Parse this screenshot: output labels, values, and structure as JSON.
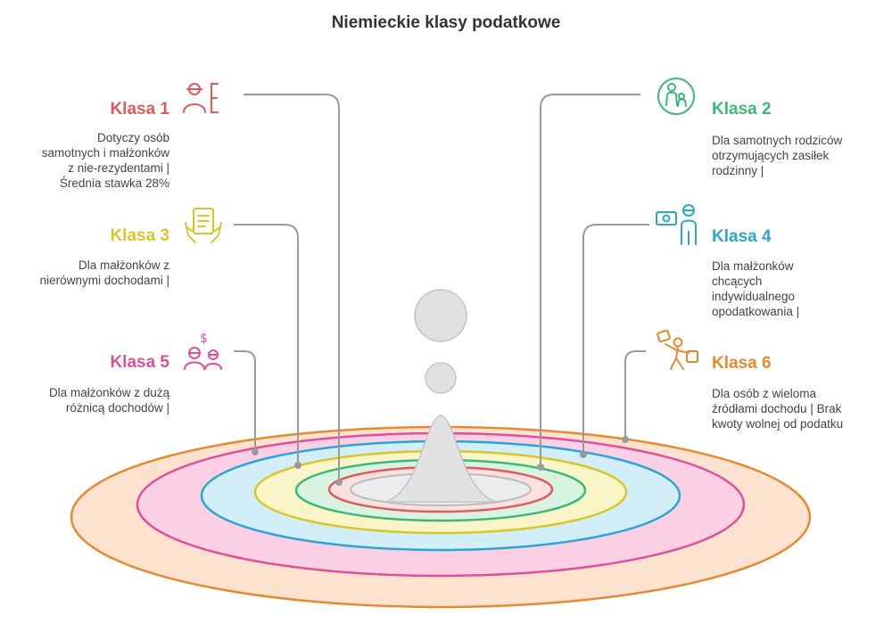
{
  "title": "Niemieckie klasy podatkowe",
  "classes": [
    {
      "label": "Klasa 1",
      "desc": "Dotyczy osób\nsamotnych i małżonków\nz nie-rezydentami |\nŚrednia stawka 28%",
      "color": "#e05a5a",
      "icon": "person-document-icon"
    },
    {
      "label": "Klasa 2",
      "desc": "Dla samotnych rodziców\notrzymujących zasiłek\nrodzinny |",
      "color": "#3cb878",
      "icon": "parent-child-icon"
    },
    {
      "label": "Klasa 3",
      "desc": "Dla małżonków z\nnierównymi dochodami |",
      "color": "#d9c72a",
      "icon": "hands-document-icon"
    },
    {
      "label": "Klasa 4",
      "desc": "Dla małżonków\nchcących\nindywidualnego\nopodatkowania |",
      "color": "#2aa6d1",
      "icon": "person-money-icon"
    },
    {
      "label": "Klasa 5",
      "desc": "Dla małżonków z dużą\nróżnicą dochodów |",
      "color": "#e04f9a",
      "icon": "couple-dollar-icon"
    },
    {
      "label": "Klasa 6",
      "desc": "Dla osób z wieloma\nźródłami dochodu | Brak\nkwoty wolnej od podatku",
      "color": "#e8892f",
      "icon": "person-juggling-icon"
    }
  ]
}
